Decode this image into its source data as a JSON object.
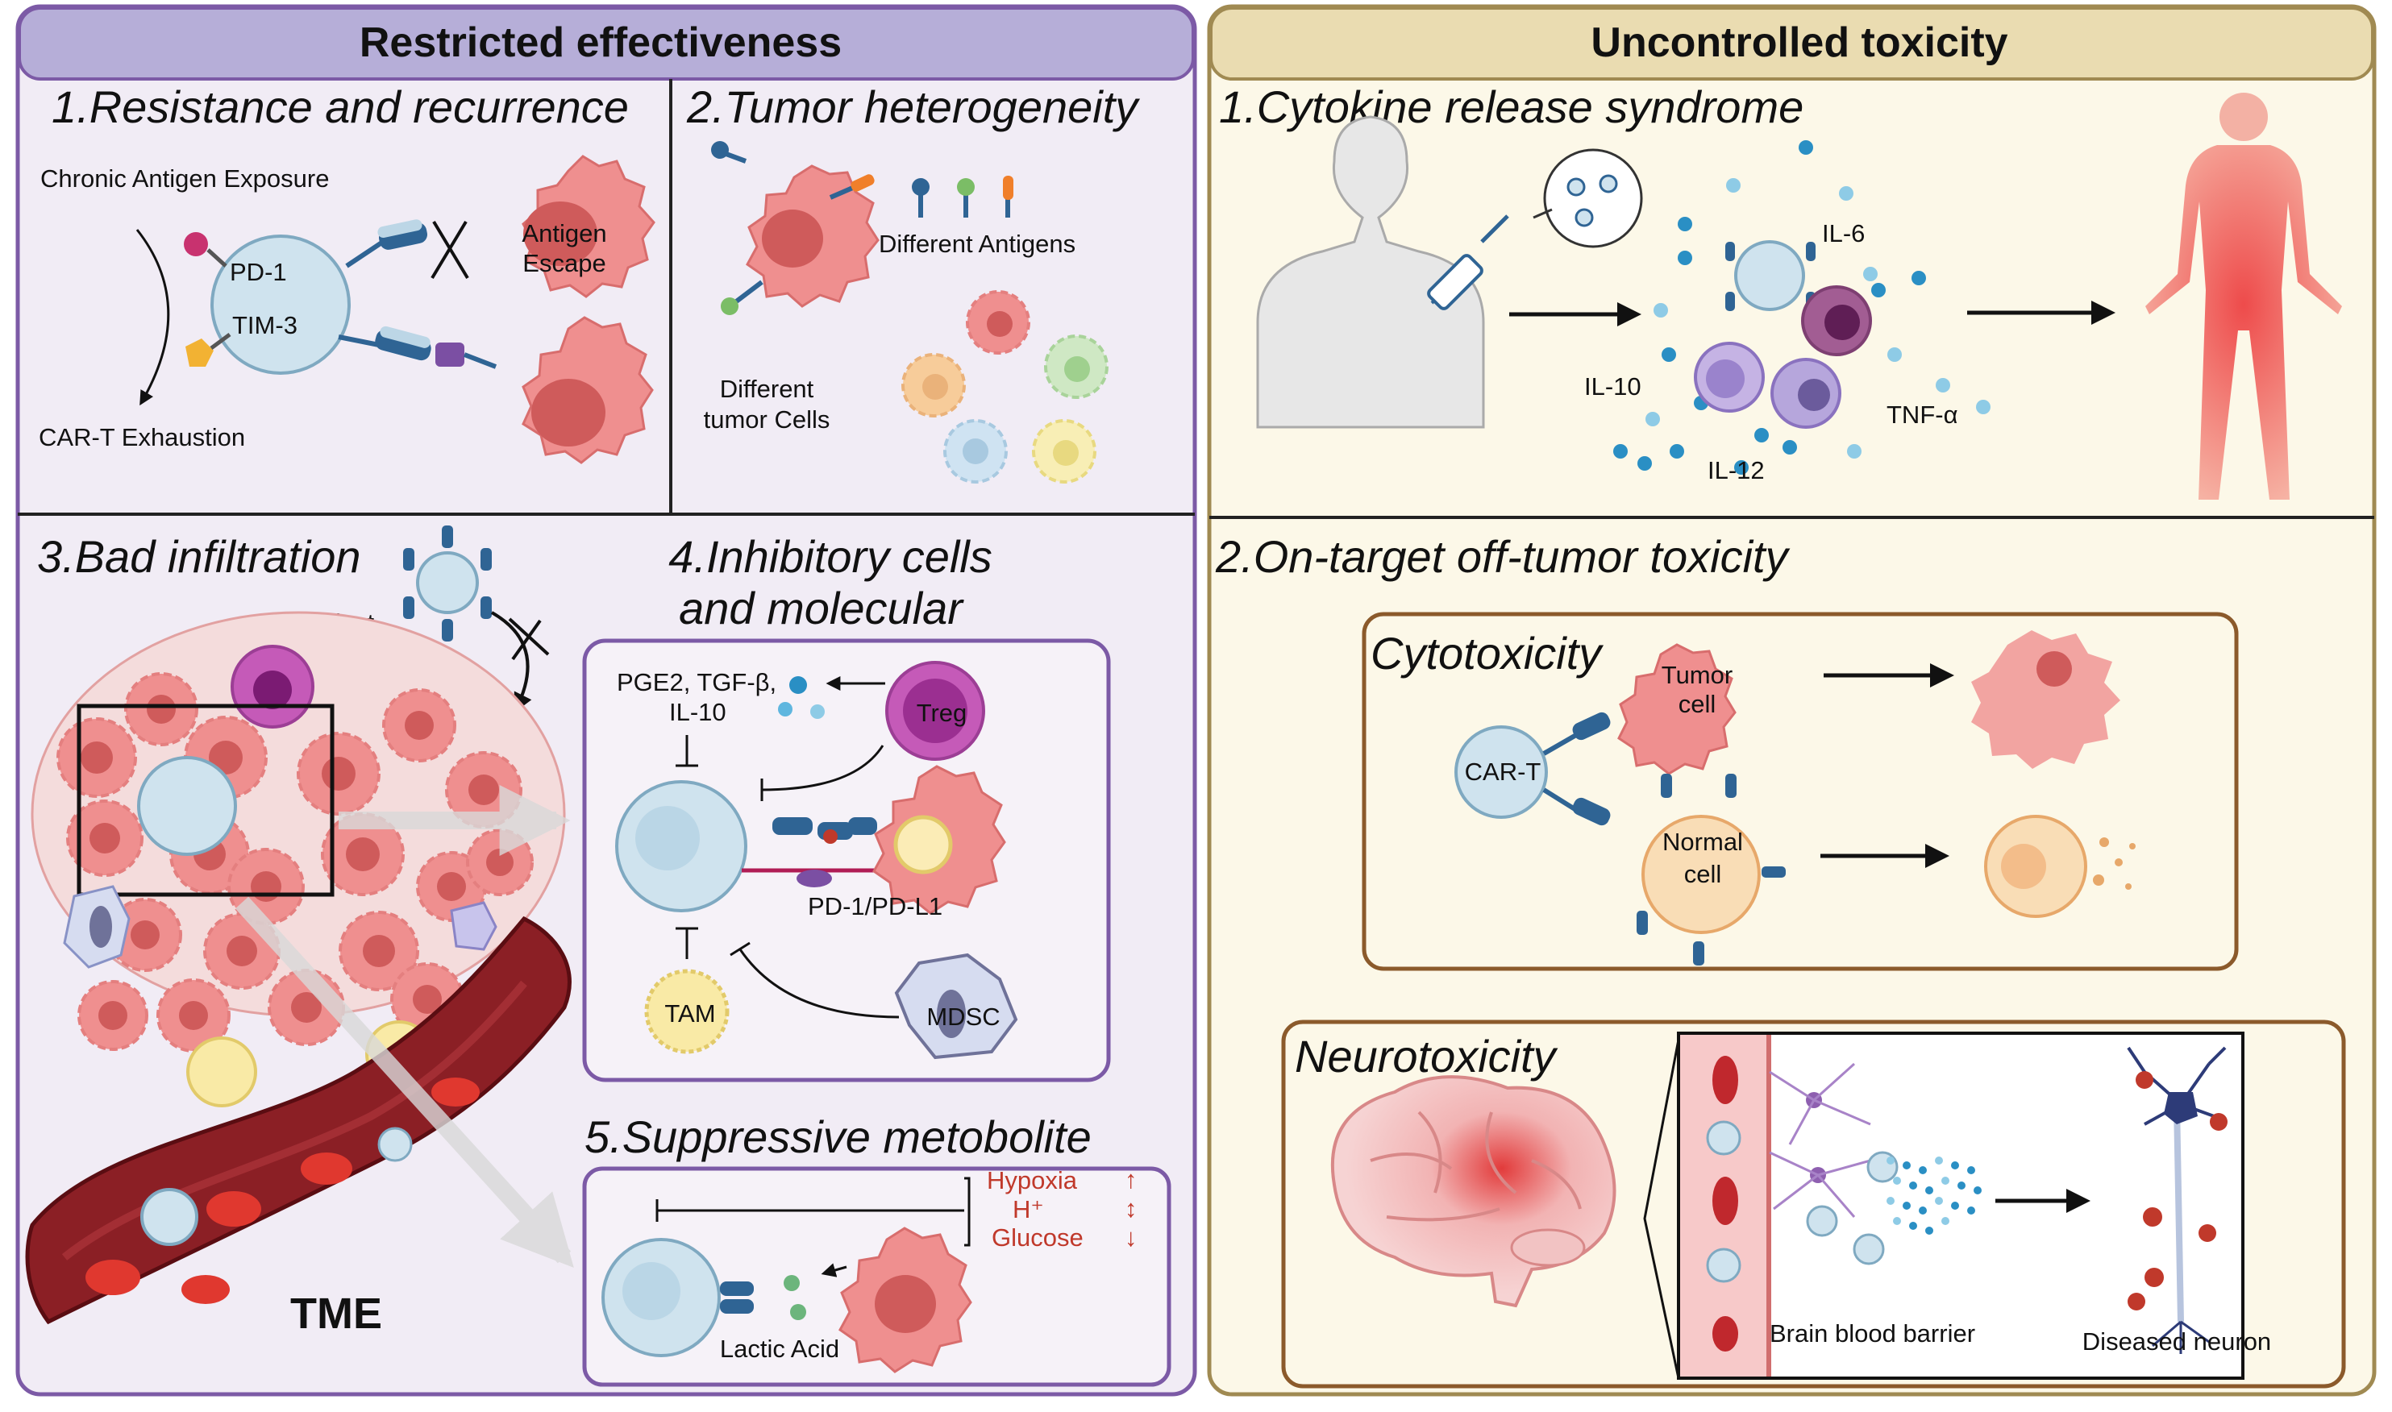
{
  "left_panel": {
    "header": "Restricted effectiveness",
    "sections": {
      "resistance": {
        "title": "1.Resistance and recurrence",
        "chronic": "Chronic Antigen Exposure",
        "pd1": "PD-1",
        "tim3": "TIM-3",
        "antigen_escape_1": "Antigen",
        "antigen_escape_2": "Escape",
        "exhaustion": "CAR-T Exhaustion"
      },
      "heterogeneity": {
        "title": "2.Tumor heterogeneity",
        "diff_antigens": "Different Antigens",
        "diff_cells_1": "Different",
        "diff_cells_2": "tumor Cells"
      },
      "infiltration": {
        "title": "3.Bad infiltration",
        "fibroblast": "Fibroblast",
        "tme": "TME"
      },
      "inhibitory": {
        "title_1": "4.Inhibitory cells",
        "title_2": "and molecular",
        "molecules_1": "PGE2, TGF-β,",
        "molecules_2": "IL-10",
        "treg": "Treg",
        "pd1pdl1": "PD-1/PD-L1",
        "tam": "TAM",
        "mdsc": "MDSC"
      },
      "metabolite": {
        "title": "5.Suppressive metobolite",
        "hypoxia": "Hypoxia",
        "h": "H⁺",
        "glucose": "Glucose",
        "lactic": "Lactic Acid"
      }
    }
  },
  "right_panel": {
    "header": "Uncontrolled toxicity",
    "sections": {
      "crs": {
        "title": "1.Cytokine release syndrome",
        "il6": "IL-6",
        "il10": "IL-10",
        "il12": "IL-12",
        "tnf": "TNF-α"
      },
      "otot": {
        "title": "2.On-target off-tumor toxicity",
        "cytotoxicity": "Cytotoxicity",
        "tumor_1": "Tumor",
        "tumor_2": "cell",
        "cart": "CAR-T",
        "normal_1": "Normal",
        "normal_2": "cell"
      },
      "neuro": {
        "title": "Neurotoxicity",
        "bbb": "Brain blood barrier",
        "diseased": "Diseased neuron"
      }
    }
  },
  "colors": {
    "left_bg": "#f1ecf5",
    "left_header_bg": "#b6aed8",
    "left_border": "#7c5aa6",
    "right_bg": "#fcf8e8",
    "right_header_bg": "#eadcb1",
    "right_border": "#a08a52",
    "tumor": "#ef8f8f",
    "tumor_core": "#cf5b5b",
    "tcell": "#cfe3ee",
    "receptor": "#2f6494",
    "cytokine": "#2a8fc4",
    "red_text": "#c0392b"
  },
  "icons": [
    "tumor-cell-icon",
    "car-t-cell-icon",
    "car-receptor-icon",
    "syringe-icon",
    "human-body-icon",
    "brain-icon",
    "neuron-icon",
    "blood-vessel-icon",
    "arrow-right-icon",
    "block-cross-icon"
  ]
}
